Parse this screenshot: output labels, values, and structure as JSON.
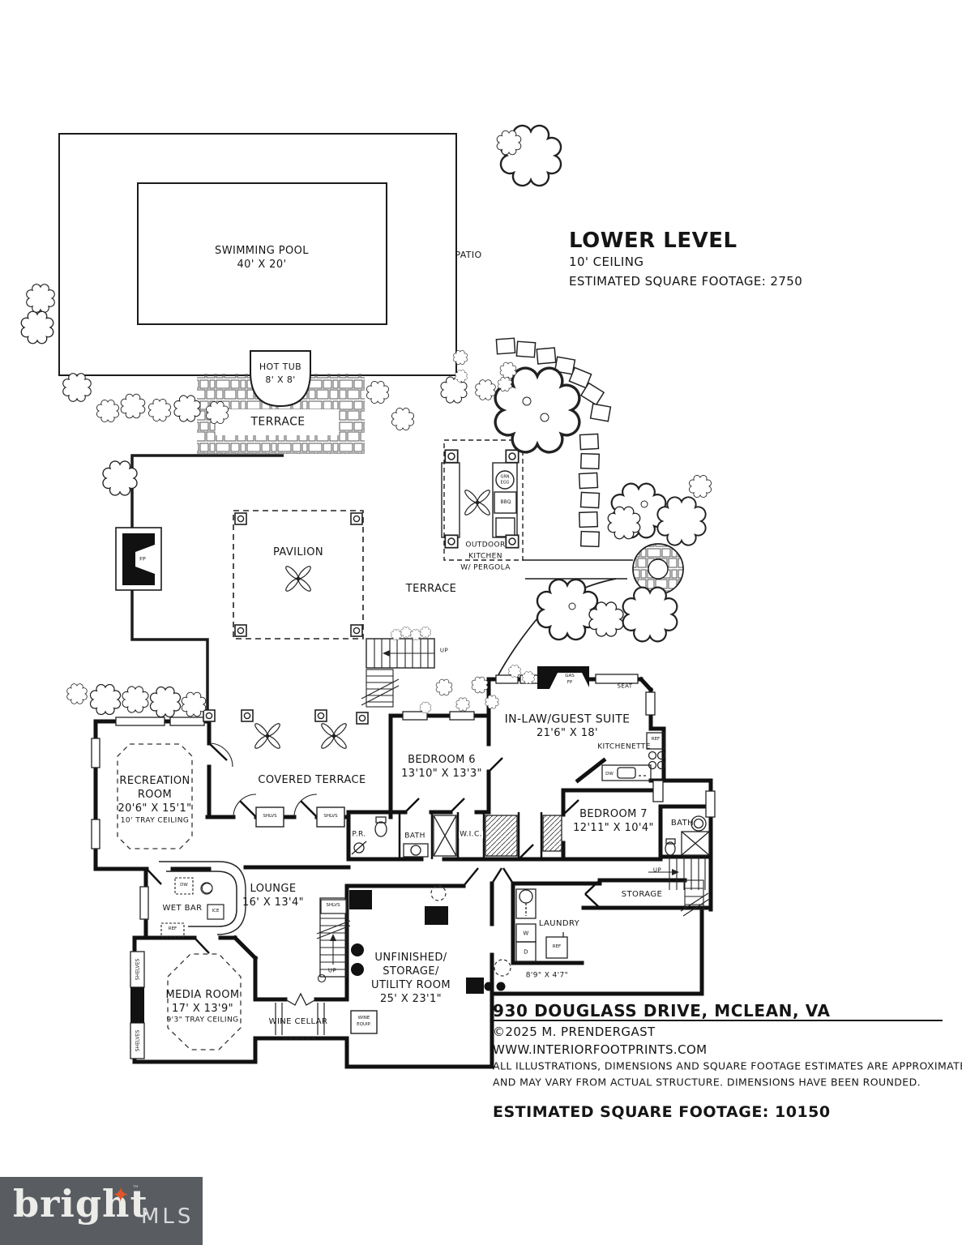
{
  "title_block": {
    "title": "LOWER LEVEL",
    "ceiling": "10' CEILING",
    "sqft": "ESTIMATED SQUARE FOOTAGE:  2750"
  },
  "outdoor": {
    "swimming_pool": "SWIMMING POOL",
    "swimming_pool_dims": "40' X 20'",
    "patio": "PATIO",
    "hot_tub": "HOT TUB",
    "hot_tub_dims": "8' X 8'",
    "terrace_pool": "TERRACE",
    "terrace_main": "TERRACE",
    "pavilion": "PAVILION",
    "outdoor_kitchen_l1": "OUTDOOR",
    "outdoor_kitchen_l2": "KITCHEN",
    "outdoor_kitchen_l3": "W/ PERGOLA",
    "grn_egg_l1": "GRN",
    "grn_egg_l2": "EGG",
    "bbq": "BBQ",
    "fp": "FP",
    "covered_terrace": "COVERED TERRACE",
    "up": "UP"
  },
  "rooms": {
    "recreation_l1": "RECREATION",
    "recreation_l2": "ROOM",
    "recreation_dims": "20'6\" X 15'1\"",
    "recreation_ceiling": "10' TRAY CEILING",
    "bedroom6": "BEDROOM 6",
    "bedroom6_dims": "13'10\" X 13'3\"",
    "inlaw": "IN-LAW/GUEST SUITE",
    "inlaw_dims": "21'6\" X 18'",
    "gas_fp_l1": "GAS",
    "gas_fp_l2": "FP",
    "seat": "SEAT",
    "kitchenette": "KITCHENETTE",
    "bedroom7": "BEDROOM 7",
    "bedroom7_dims": "12'11\" X 10'4\"",
    "bath": "BATH",
    "pr": "P.R.",
    "wic": "W.I.C.",
    "storage": "STORAGE",
    "laundry": "LAUNDRY",
    "laundry_w": "W",
    "laundry_d": "D",
    "ref": "REF",
    "dw": "DW",
    "ice": "ICE",
    "shlvs": "SHLVS",
    "shelves": "SHELVES",
    "lounge": "LOUNGE",
    "lounge_dims": "16' X 13'4\"",
    "wet_bar": "WET BAR",
    "media": "MEDIA ROOM",
    "media_dims": "17' X 13'9\"",
    "media_ceiling": "9'3\" TRAY CEILING",
    "wine_cellar": "WINE CELLAR",
    "wine_equip_l1": "WINE",
    "wine_equip_l2": "EQUIP.",
    "unfinished_l1": "UNFINISHED/",
    "unfinished_l2": "STORAGE/",
    "unfinished_l3": "UTILITY ROOM",
    "unfinished_dims": "25' X 23'1\"",
    "small_space_dims": "8'9\" X 4'7\"",
    "up": "UP"
  },
  "footer": {
    "address": "930 DOUGLASS DRIVE, MCLEAN, VA",
    "copyright": "©2025 M. PRENDERGAST",
    "website": "WWW.INTERIORFOOTPRINTS.COM",
    "disclaimer_l1": "ALL ILLUSTRATIONS, DIMENSIONS AND SQUARE FOOTAGE ESTIMATES ARE APPROXIMATE",
    "disclaimer_l2": "AND MAY VARY FROM ACTUAL STRUCTURE. DIMENSIONS HAVE BEEN ROUNDED.",
    "total_sqft": "ESTIMATED SQUARE FOOTAGE:  10150"
  },
  "logo": {
    "brand": "bright",
    "tm": "™",
    "star": "✦",
    "mls": "MLS",
    "bg_color": "#595d62",
    "star_color": "#e0562a"
  }
}
